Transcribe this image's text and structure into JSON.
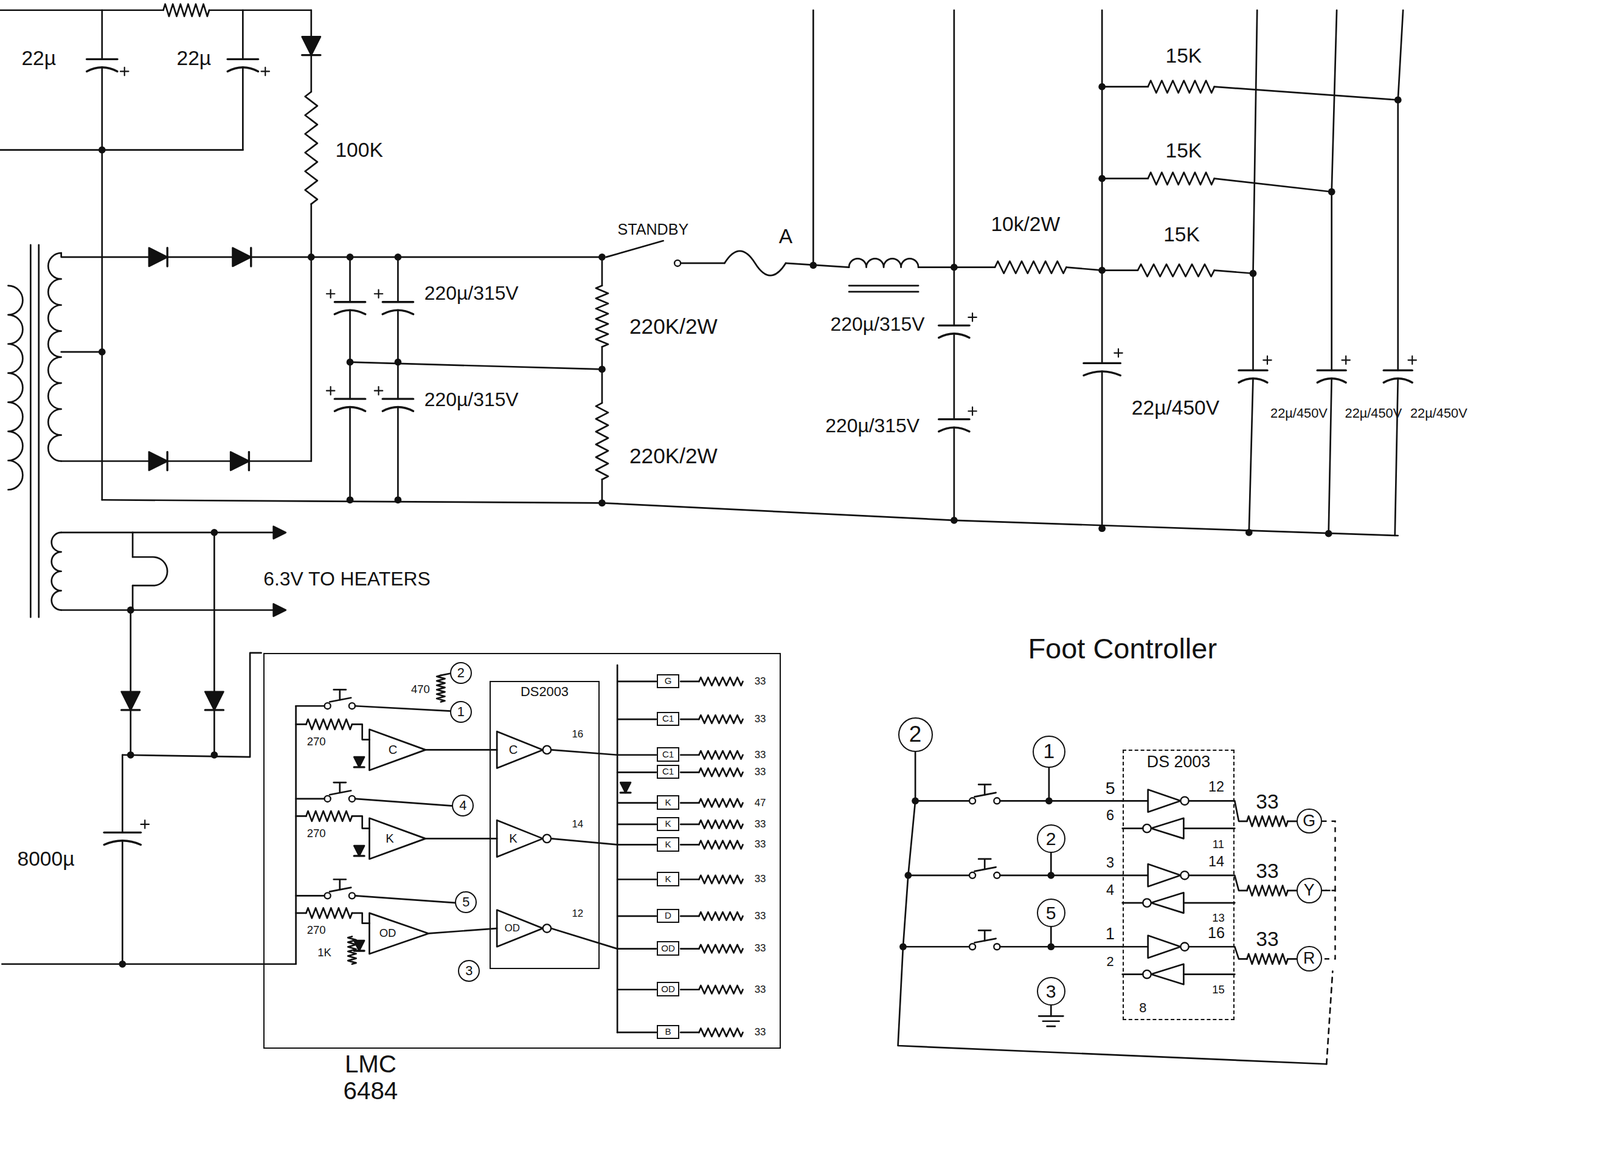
{
  "diagram": {
    "nodes": [
      {
        "text": [
          "LMC 6484"
        ]
      },
      {
        "text": [
          "DS2003"
        ],
        "in": 0
      },
      {
        "text": [
          "2"
        ],
        "in": 0
      },
      {
        "text": [
          "1"
        ],
        "in": 0
      },
      {
        "text": [
          "4"
        ],
        "in": 0
      },
      {
        "text": [
          "5"
        ],
        "in": 0
      },
      {
        "text": [
          "3"
        ],
        "in": 0
      },
      {
        "text": [
          "G"
        ],
        "in": 0
      },
      {
        "text": [
          "C1"
        ],
        "in": 0
      },
      {
        "text": [
          "C1"
        ],
        "in": 0
      },
      {
        "text": [
          "C1"
        ],
        "in": 0
      },
      {
        "text": [
          "K"
        ],
        "in": 0
      },
      {
        "text": [
          "K"
        ],
        "in": 0
      },
      {
        "text": [
          "K"
        ],
        "in": 0
      },
      {
        "text": [
          "K"
        ],
        "in": 0
      },
      {
        "text": [
          "D"
        ],
        "in": 0
      },
      {
        "text": [
          "OD"
        ],
        "in": 0
      },
      {
        "text": [
          "OD"
        ],
        "in": 0
      },
      {
        "text": [
          "B"
        ],
        "in": 0
      },
      {
        "text": [
          "2"
        ]
      },
      {
        "text": [
          "1"
        ]
      },
      {
        "text": [
          "2"
        ]
      },
      {
        "text": [
          "5"
        ]
      },
      {
        "text": [
          "3"
        ]
      },
      {
        "text": [
          "DS 2003"
        ]
      },
      {
        "text": [
          "G"
        ]
      },
      {
        "text": [
          "Y"
        ]
      },
      {
        "text": [
          "R"
        ]
      }
    ],
    "edges": [
      {
        "from": 25,
        "to": 26,
        "arrow": "none"
      },
      {
        "from": 26,
        "to": 27,
        "arrow": "none"
      }
    ],
    "labels": [
      "22µ",
      "22µ",
      "100K",
      "220µ/315V",
      "220µ/315V",
      "STANDBY",
      "A",
      "220K/2W",
      "220K/2W",
      "220µ/315V",
      "220µ/315V",
      "10k/2W",
      "15K",
      "15K",
      "15K",
      "22µ/450V",
      "22µ/450V",
      "22µ/450V",
      "22µ/450V",
      "6.3V TO HEATERS",
      "8000µ",
      "470",
      "270",
      "270",
      "270",
      "1K",
      "C",
      "K",
      "OD",
      "C",
      "K",
      "OD",
      "16",
      "14",
      "12",
      "33",
      "33",
      "33",
      "33",
      "47",
      "33",
      "33",
      "33",
      "33",
      "33",
      "33",
      "33",
      "Foot Controller",
      "5",
      "6",
      "3",
      "4",
      "1",
      "2",
      "8",
      "12",
      "11",
      "14",
      "13",
      "16",
      "15",
      "33",
      "33",
      "33"
    ]
  }
}
